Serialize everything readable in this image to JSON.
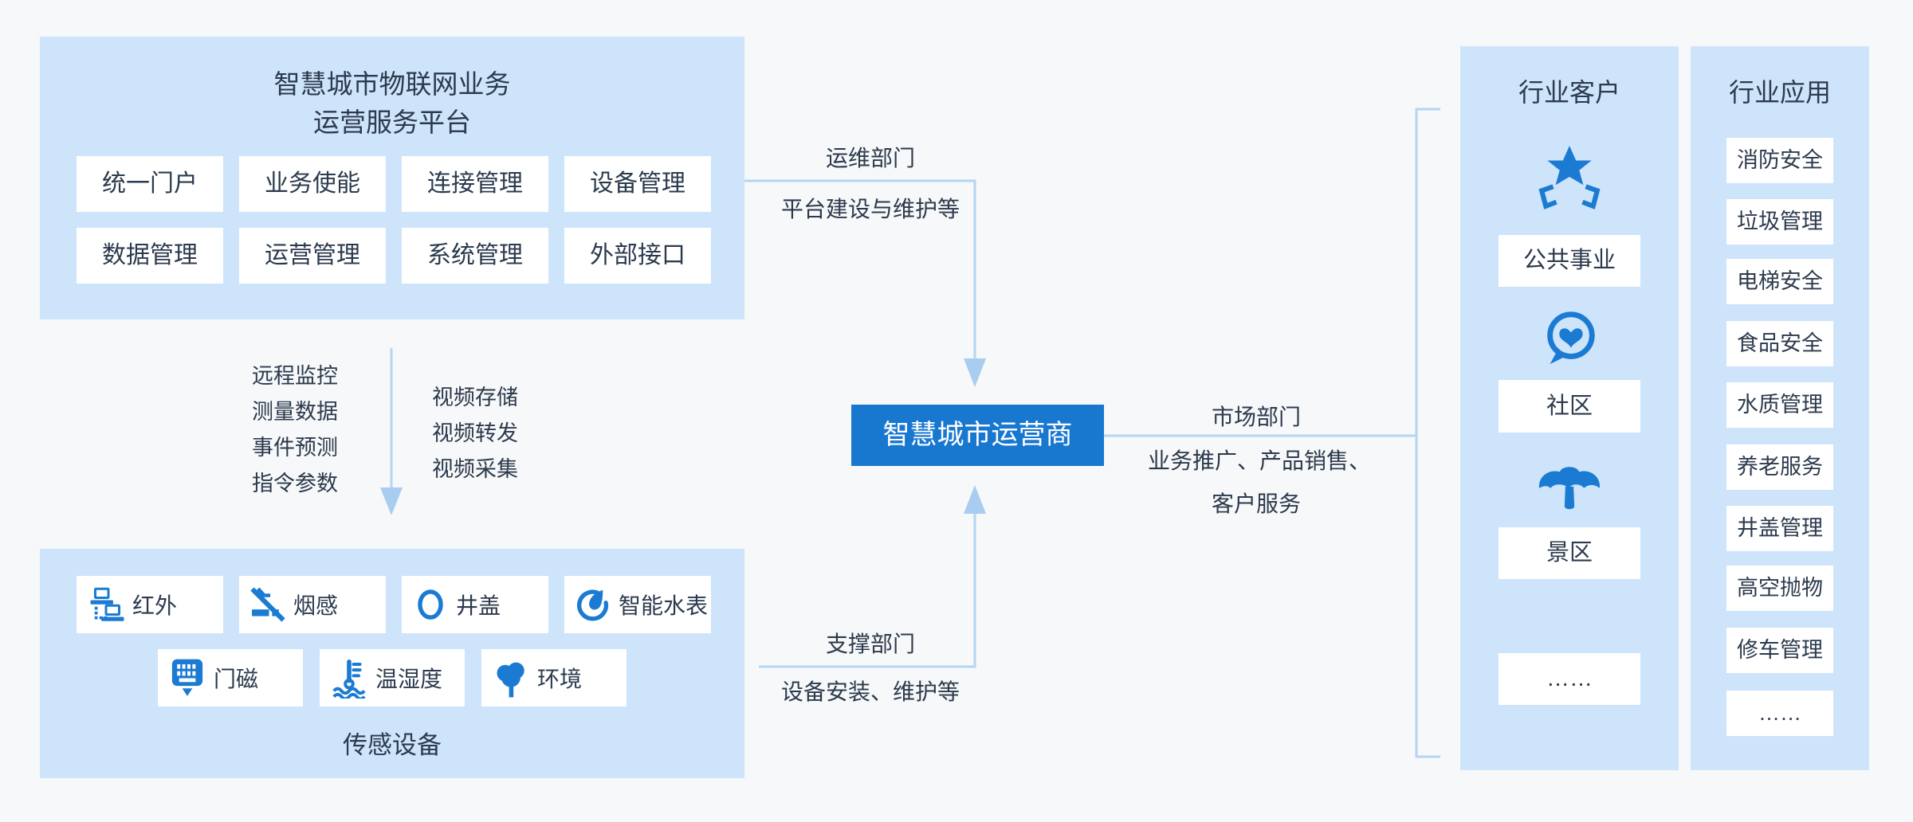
{
  "colors": {
    "page_bg": "#f7f8f9",
    "panel_bg": "#cde4fa",
    "accent_blue": "#1b7bd2",
    "operator_bg": "#1878d0",
    "connector_line": "#b5d5f1",
    "arrowhead": "#a8cdf0",
    "text_dark": "#2c3a4d",
    "box_bg": "#ffffff"
  },
  "platform": {
    "title_line1": "智慧城市物联网业务",
    "title_line2": "运营服务平台",
    "modules": [
      "统一门户",
      "业务使能",
      "连接管理",
      "设备管理",
      "数据管理",
      "运营管理",
      "系统管理",
      "外部接口"
    ]
  },
  "flow": {
    "monitor_items": [
      "远程监控",
      "测量数据",
      "事件预测",
      "指令参数"
    ],
    "video_items": [
      "视频存储",
      "视频转发",
      "视频采集"
    ]
  },
  "sensors": {
    "caption": "传感设备",
    "items": [
      {
        "icon": "infrared-icon",
        "label": "红外"
      },
      {
        "icon": "smoke-sensor-icon",
        "label": "烟感"
      },
      {
        "icon": "manhole-icon",
        "label": "井盖"
      },
      {
        "icon": "water-meter-icon",
        "label": "智能水表"
      },
      {
        "icon": "door-magnet-icon",
        "label": "门磁"
      },
      {
        "icon": "temp-humidity-icon",
        "label": "温湿度"
      },
      {
        "icon": "environment-tree-icon",
        "label": "环境"
      }
    ]
  },
  "operator": {
    "label": "智慧城市运营商"
  },
  "departments": {
    "maintenance": {
      "name": "运维部门",
      "desc": "平台建设与维护等"
    },
    "support": {
      "name": "支撑部门",
      "desc": "设备安装、维护等"
    },
    "market": {
      "name": "市场部门",
      "desc_line1": "业务推广、产品销售、",
      "desc_line2": "客户服务"
    }
  },
  "customers": {
    "title": "行业客户",
    "items": [
      {
        "icon": "utilities-star-icon",
        "label": "公共事业"
      },
      {
        "icon": "community-heart-icon",
        "label": "社区"
      },
      {
        "icon": "scenic-tree-icon",
        "label": "景区"
      },
      {
        "icon": "",
        "label": "……"
      }
    ]
  },
  "applications": {
    "title": "行业应用",
    "items": [
      "消防安全",
      "垃圾管理",
      "电梯安全",
      "食品安全",
      "水质管理",
      "养老服务",
      "井盖管理",
      "高空抛物",
      "修车管理",
      "……"
    ]
  }
}
